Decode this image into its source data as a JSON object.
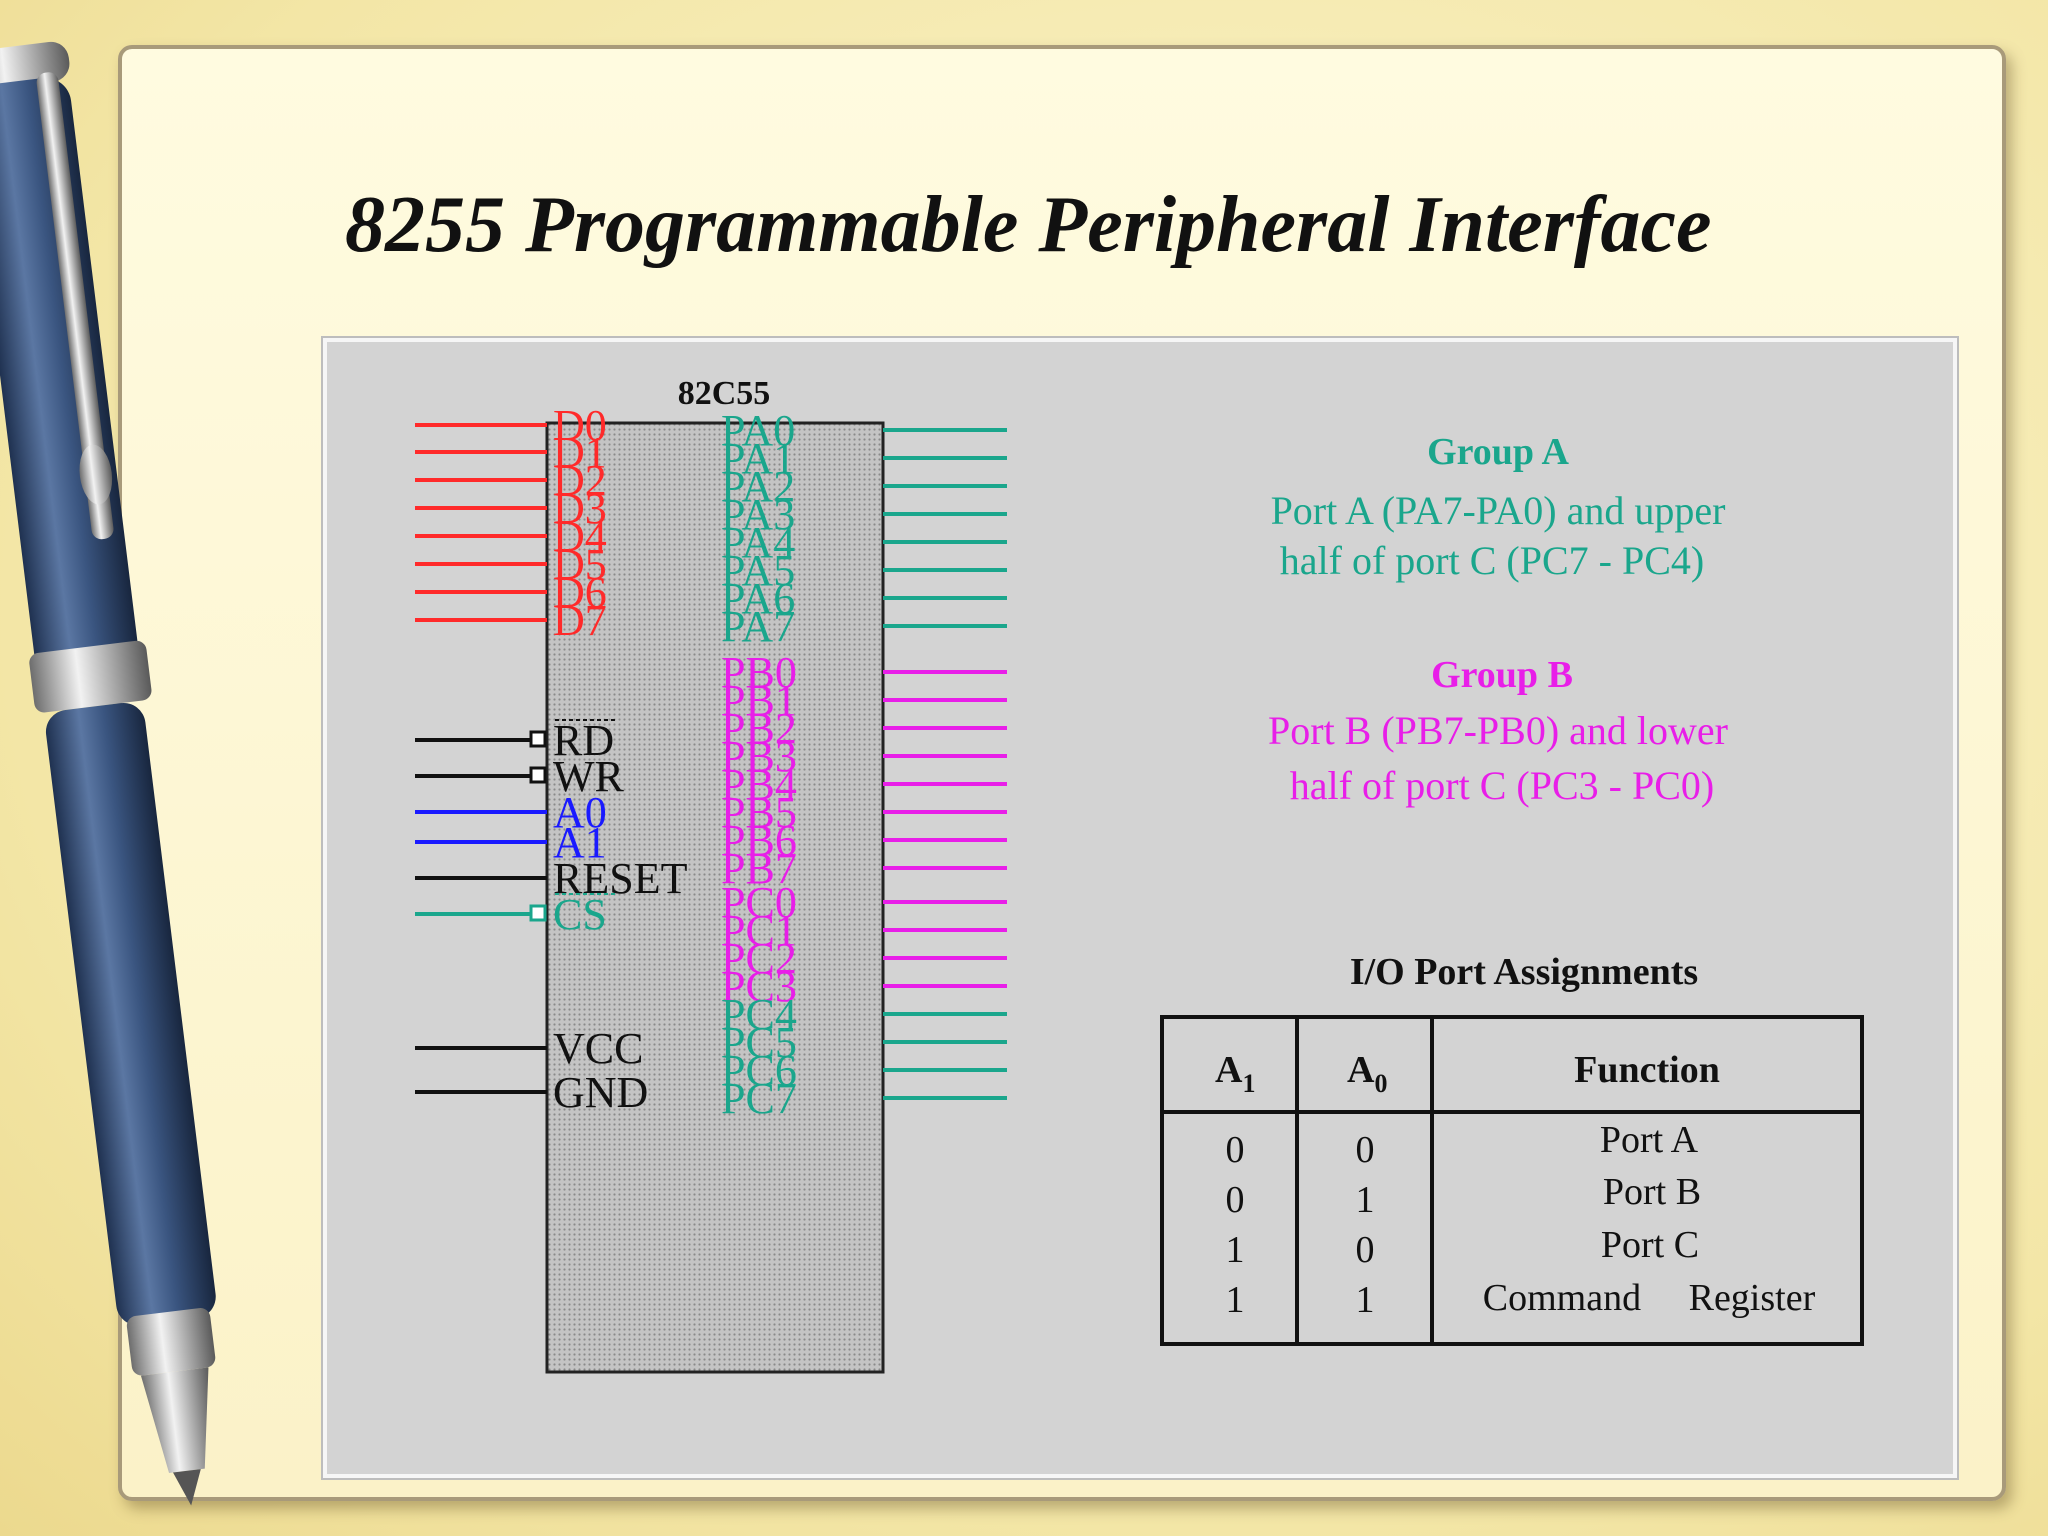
{
  "slide": {
    "title": "8255 Programmable Peripheral Interface"
  },
  "chip": {
    "name": "82C55",
    "data_pins": [
      "D0",
      "D1",
      "D2",
      "D3",
      "D4",
      "D5",
      "D6",
      "D7"
    ],
    "control_pins": [
      "RD",
      "WR",
      "A0",
      "A1",
      "RESET",
      "CS"
    ],
    "power_pins": [
      "VCC",
      "GND"
    ],
    "port_a_pins": [
      "PA0",
      "PA1",
      "PA2",
      "PA3",
      "PA4",
      "PA5",
      "PA6",
      "PA7"
    ],
    "port_b_pins": [
      "PB0",
      "PB1",
      "PB2",
      "PB3",
      "PB4",
      "PB5",
      "PB6",
      "PB7"
    ],
    "port_c_pins": [
      "PC0",
      "PC1",
      "PC2",
      "PC3",
      "PC4",
      "PC5",
      "PC6",
      "PC7"
    ]
  },
  "group_a": {
    "title": "Group  A",
    "line1": "Port  A  (PA7-PA0)  and  upper",
    "line2": "half of port C (PC7 - PC4)"
  },
  "group_b": {
    "title": "Group  B",
    "line1": "Port  B  (PB7-PB0)  and  lower",
    "line2": "half of port  C  (PC3  -  PC0)"
  },
  "io_table": {
    "title": "I/O  Port  Assignments",
    "headers": [
      {
        "main": "A",
        "sub": "1"
      },
      {
        "main": "A",
        "sub": "0"
      },
      {
        "main": "Function",
        "sub": ""
      }
    ],
    "rows": [
      [
        "0",
        "0",
        "Port  A"
      ],
      [
        "0",
        "1",
        "Port  B"
      ],
      [
        "1",
        "0",
        "Port  C"
      ],
      [
        "1",
        "1",
        "Command     Register"
      ]
    ]
  },
  "colors": {
    "data_bus": "#ff2a2a",
    "port_a": "#1aa68c",
    "port_b": "#e81ee8",
    "port_c_lower": "#e81ee8",
    "port_c_upper": "#1aa68c",
    "address": "#1a1aff",
    "control": "#111111",
    "chip_select": "#1aa68c"
  }
}
